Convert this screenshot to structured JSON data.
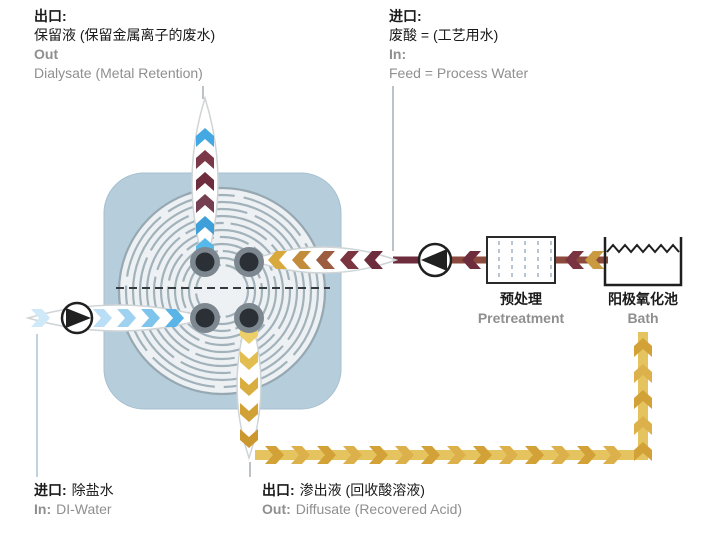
{
  "colors": {
    "module_fill": "#b6cddb",
    "membrane_white": "#eef1f3",
    "water_blue": "#49a9e0",
    "water_blue_light": "#b9def5",
    "acid_dark_red": "#6e2d3c",
    "acid_gold": "#d9ad3f",
    "text_dark": "#1a1a1a",
    "text_gray": "#8f8f8f"
  },
  "labels": {
    "top_left": {
      "zh_title": "出口:",
      "zh_text": "保留液 (保留金属离子的废水)",
      "en_title": "Out",
      "en_text": "Dialysate (Metal Retention)"
    },
    "top_right": {
      "zh_title": "进口:",
      "zh_text": "废酸 = (工艺用水)",
      "en_title": "In:",
      "en_text": "Feed = Process Water"
    },
    "pretreatment": {
      "zh": "预处理",
      "en": "Pretreatment"
    },
    "bath": {
      "zh": "阳极氧化池",
      "en": "Bath"
    },
    "bottom_left": {
      "zh_prefix": "进口:",
      "zh_text": "除盐水",
      "en_prefix": "In:",
      "en_text": "DI-Water"
    },
    "bottom_center": {
      "zh_prefix": "出口:",
      "zh_text": "渗出液 (回收酸溶液)",
      "en_prefix": "Out:",
      "en_text": "Diffusate (Recovered Acid)"
    }
  }
}
